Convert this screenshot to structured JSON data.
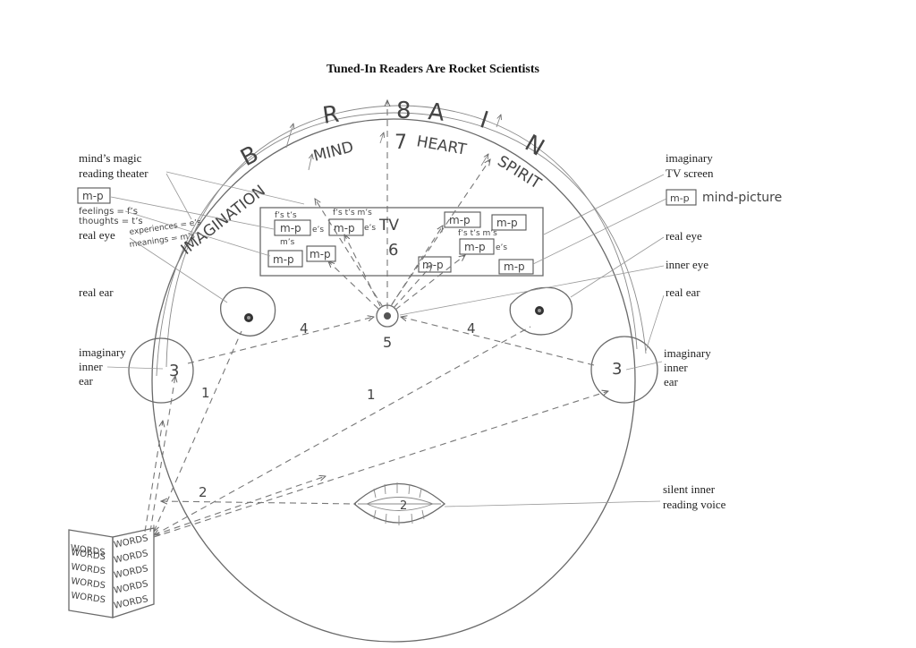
{
  "title": "Tuned-In Readers Are Rocket Scientists",
  "brain_letters": [
    "B",
    "R",
    "8",
    "A",
    "I",
    "N"
  ],
  "arc_words": {
    "imagination": "IMAGINATION",
    "mind": "MIND",
    "seven": "7",
    "heart": "HEART",
    "spirit": "SPIRIT"
  },
  "labels": {
    "theater": [
      "mind’s magic",
      "reading theater"
    ],
    "tv_screen": [
      "imaginary",
      "TV screen"
    ],
    "real_eye_left": "real eye",
    "real_eye_right": "real eye",
    "inner_eye": "inner eye",
    "real_ear_left": "real ear",
    "real_ear_right": "real ear",
    "inner_ear_left": [
      "imaginary",
      "inner",
      "ear"
    ],
    "inner_ear_right": [
      "imaginary",
      "inner",
      "ear"
    ],
    "inner_voice": [
      "silent inner",
      "reading voice"
    ]
  },
  "legend": {
    "mp": "m-p",
    "mind_picture": "mind-picture",
    "feelings": "feelings = f’s",
    "thoughts": "thoughts = t’s",
    "experiences": "experiences = e’s",
    "meanings": "meanings = m’s"
  },
  "tv": {
    "label": "TV",
    "number": "6",
    "boxes": [
      "m-p",
      "m-p",
      "m-p",
      "m-p",
      "m-p",
      "m-p",
      "m-p",
      "m-p",
      "m-p"
    ],
    "notes": [
      "f’s t’s",
      "e’s",
      "m’s",
      "f’s t’s m’s",
      "e’s",
      "f’s t’s m’s",
      "e’s"
    ]
  },
  "numbers": {
    "one_left": "1",
    "one_right": "1",
    "two": "2",
    "two_mouth": "2",
    "three_left": "3",
    "three_right": "3",
    "four_left": "4",
    "four_right": "4",
    "five": "5"
  },
  "book_word": "WORDS",
  "colors": {
    "pencil": "#6a6a6a",
    "ink": "#222222"
  }
}
